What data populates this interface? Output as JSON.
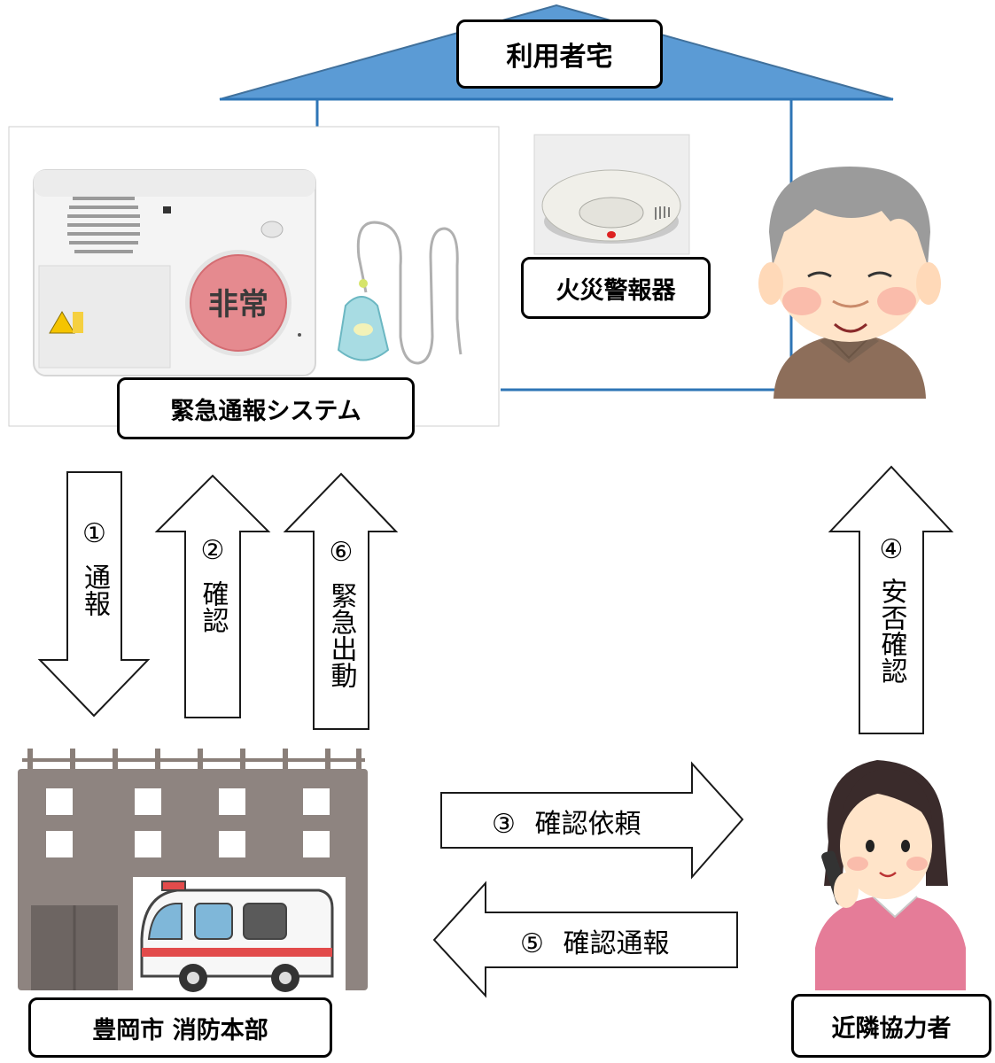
{
  "house": {
    "title": "利用者宅"
  },
  "devices": {
    "emergency_system": {
      "label": "緊急通報システム",
      "button_text": "非常"
    },
    "fire_alarm": {
      "label": "火災警報器"
    }
  },
  "stations": {
    "fire_department": {
      "label": "豊岡市 消防本部"
    },
    "neighbor": {
      "label": "近隣協力者"
    }
  },
  "steps": [
    {
      "number": "①",
      "text": "通報"
    },
    {
      "number": "②",
      "text": "確認"
    },
    {
      "number": "③",
      "text": "確認依頼"
    },
    {
      "number": "④",
      "text": "安否確認"
    },
    {
      "number": "⑤",
      "text": "確認通報"
    },
    {
      "number": "⑥",
      "text": "緊急出動"
    }
  ]
}
